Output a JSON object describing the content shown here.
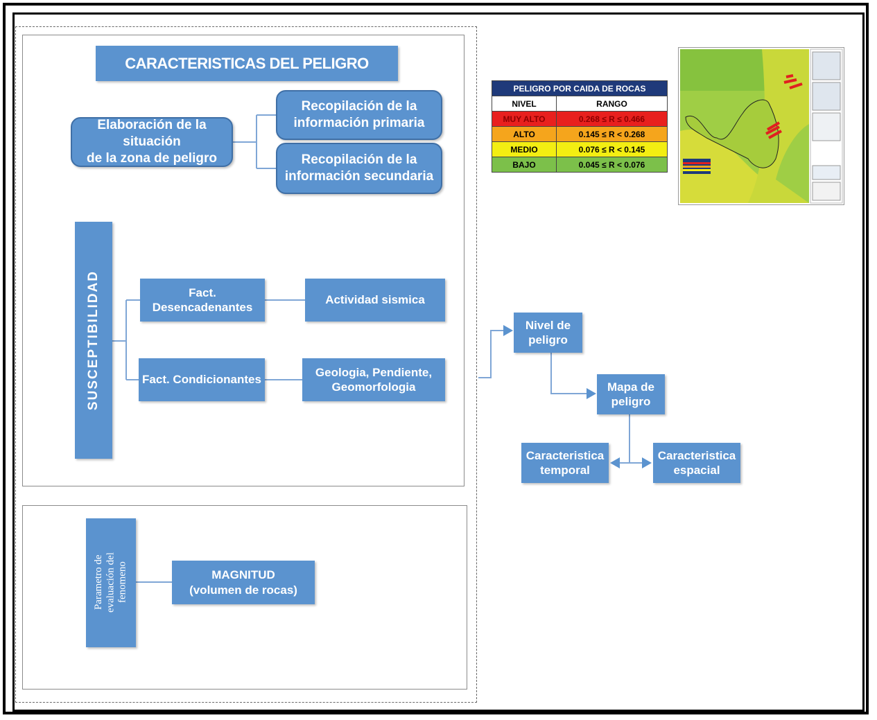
{
  "title": "CARACTERISTICAS DEL PELIGRO",
  "elaboracion": "Elaboración de la situación\nde la zona de peligro",
  "info_primaria": "Recopilación de la\ninformación primaria",
  "info_secundaria": "Recopilación de la\ninformación secundaria",
  "susceptibilidad": "SUSCEPTIBILIDAD",
  "fact_desencadenantes": "Fact. Desencadenantes",
  "actividad_sismica": "Actividad sismica",
  "fact_condicionantes": "Fact. Condicionantes",
  "geologia": "Geologia, Pendiente,\nGeomorfologia",
  "parametro": "Parametro de\nevaluación del\nfenomeno",
  "magnitud": "MAGNITUD\n(volumen de rocas)",
  "nivel_peligro": "Nivel de\npeligro",
  "mapa_peligro": "Mapa de\npeligro",
  "caracteristica_temporal": "Caracteristica\ntemporal",
  "caracteristica_espacial": "Caracteristica\nespacial",
  "legend": {
    "title": "PELIGRO POR CAIDA DE ROCAS",
    "col_nivel": "NIVEL",
    "col_rango": "RANGO",
    "rows": [
      {
        "nivel": "MUY ALTO",
        "rango": "0.268 ≤ R ≤ 0.466",
        "color": "#e8201e",
        "text": "#8b0000"
      },
      {
        "nivel": "ALTO",
        "rango": "0.145 ≤ R < 0.268",
        "color": "#f5a51c",
        "text": "#000000"
      },
      {
        "nivel": "MEDIO",
        "rango": "0.076 ≤ R < 0.145",
        "color": "#f3ee12",
        "text": "#000000"
      },
      {
        "nivel": "BAJO",
        "rango": "0.045 ≤ R < 0.076",
        "color": "#7cc04a",
        "text": "#000000"
      }
    ],
    "header_color": "#1f3a7a"
  }
}
